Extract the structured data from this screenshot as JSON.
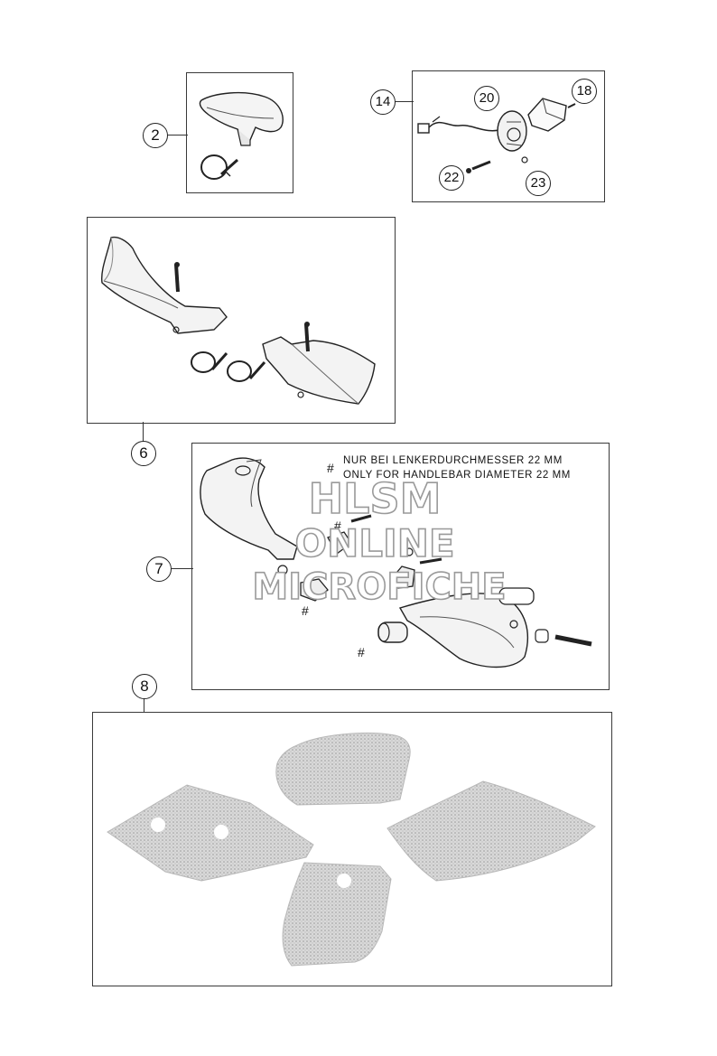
{
  "callouts": {
    "c2": "2",
    "c14": "14",
    "c18": "18",
    "c20": "20",
    "c22": "22",
    "c23": "23",
    "c6": "6",
    "c7": "7",
    "c8": "8"
  },
  "note": {
    "marker": "#",
    "line1": "NUR BEI LENKERDURCHMESSER 22 MM",
    "line2": "ONLY FOR HANDLEBAR DIAMETER 22 MM"
  },
  "hash_marks": [
    "#",
    "#",
    "#"
  ],
  "watermark": {
    "line1": "HLSM",
    "line2": "ONLINE",
    "line3": "MICROFICHE"
  }
}
